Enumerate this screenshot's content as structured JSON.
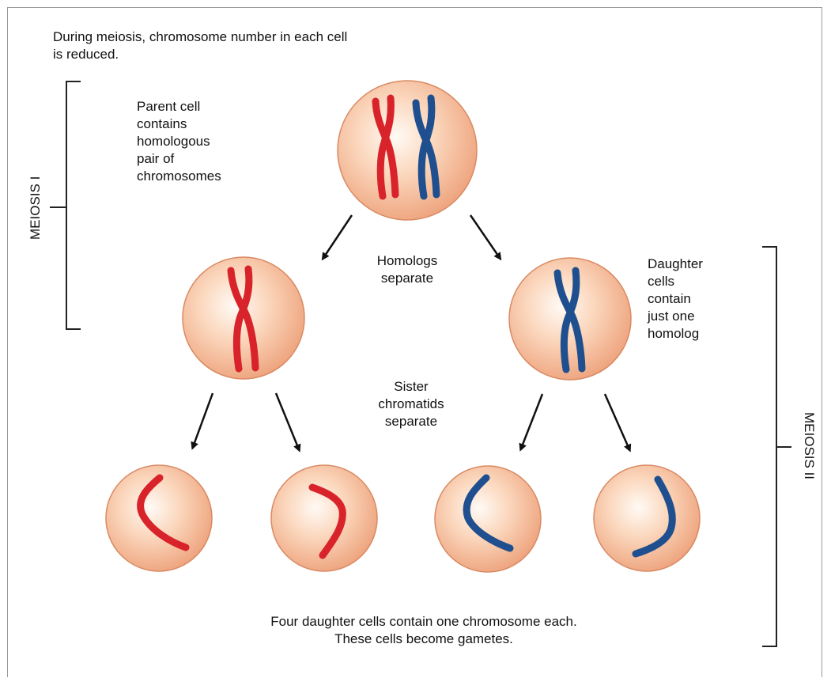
{
  "heading": "During meiosis, chromosome number in each cell\nis reduced.",
  "brackets": {
    "meiosis1": "MEIOSIS I",
    "meiosis2": "MEIOSIS II"
  },
  "labels": {
    "parent_cell": "Parent cell\ncontains\nhomologous\npair of\nchromosomes",
    "homologs_separate": "Homologs\nseparate",
    "daughter_cells": "Daughter\ncells\ncontain\njust one\nhomolog",
    "sister_chromatids": "Sister\nchromatids\nseparate"
  },
  "footer": "Four daughter cells contain one chromosome each.\nThese cells become gametes.",
  "colors": {
    "cell_fill": "#f4b28e",
    "cell_edge": "#d98a63",
    "chromosome_red": "#d8232a",
    "chromosome_blue": "#1f4f8e",
    "arrow": "#111111"
  }
}
